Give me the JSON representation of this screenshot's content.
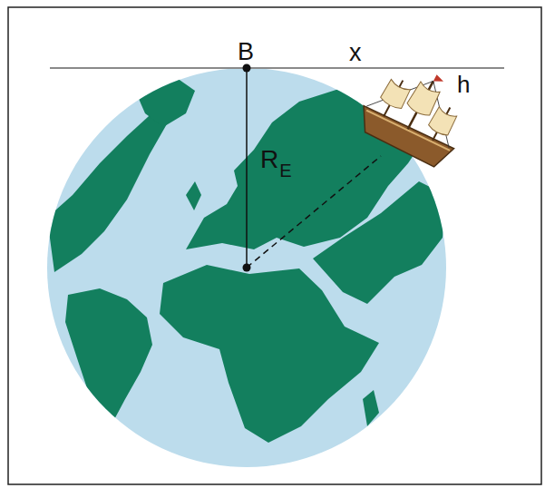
{
  "diagram": {
    "labels": [
      "B",
      "x",
      "R",
      "E",
      "h"
    ]
  }
}
